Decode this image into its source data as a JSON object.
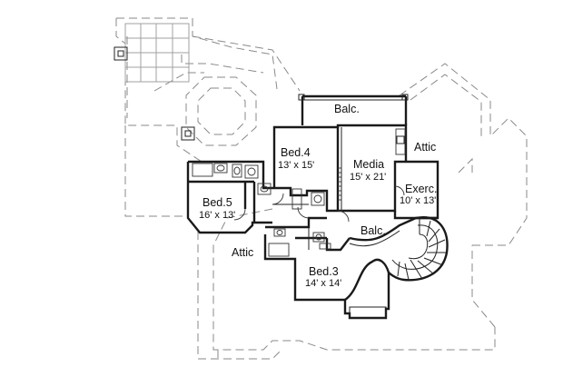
{
  "rooms": {
    "balc_top": {
      "name": "Balc."
    },
    "bed4": {
      "name": "Bed.4",
      "size": "13' x 15'"
    },
    "media": {
      "name": "Media",
      "size": "15' x 21'"
    },
    "attic_right": {
      "name": "Attic"
    },
    "exerc": {
      "name": "Exerc.",
      "size": "10' x 13'"
    },
    "bed5": {
      "name": "Bed.5",
      "size": "16' x 13'"
    },
    "balc_mid": {
      "name": "Balc."
    },
    "attic_left": {
      "name": "Attic"
    },
    "bed3": {
      "name": "Bed.3",
      "size": "14' x 14'"
    }
  },
  "colors": {
    "wall": "#1a1a1a",
    "roof_dashed": "#8a8a8a",
    "background": "#ffffff"
  }
}
